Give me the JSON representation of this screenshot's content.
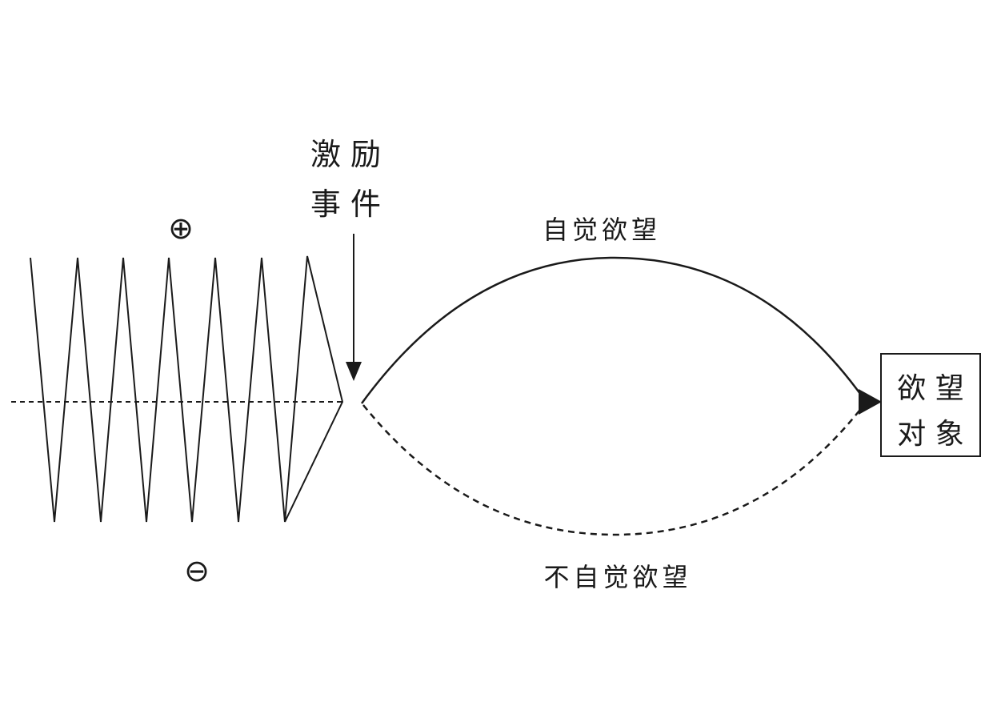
{
  "labels": {
    "stimulus_line1": "激 励",
    "stimulus_line2": "事 件",
    "positive_symbol": "⊕",
    "negative_symbol": "⊖",
    "conscious_desire": "自觉欲望",
    "unconscious_desire": "不自觉欲望",
    "target_line1": "欲 望",
    "target_line2": "对 象"
  },
  "colors": {
    "ink": "#1a1a1a",
    "background": "#ffffff"
  }
}
